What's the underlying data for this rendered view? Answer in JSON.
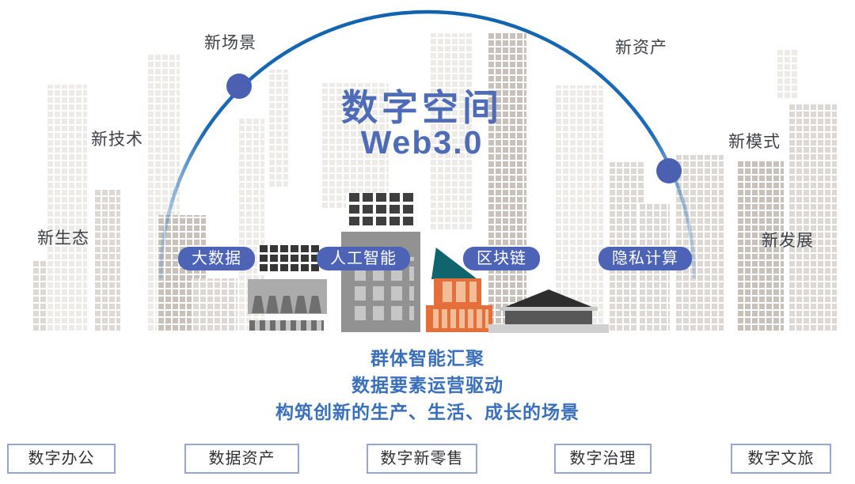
{
  "title": {
    "line1": "数字空间",
    "line2": "Web3.0"
  },
  "perimeter_labels": [
    {
      "id": "new-scene",
      "label": "新场景"
    },
    {
      "id": "new-asset",
      "label": "新资产"
    },
    {
      "id": "new-technology",
      "label": "新技术"
    },
    {
      "id": "new-model",
      "label": "新模式"
    },
    {
      "id": "new-ecology",
      "label": "新生态"
    },
    {
      "id": "new-development",
      "label": "新发展"
    }
  ],
  "tech_pills": [
    {
      "label": "大数据"
    },
    {
      "label": "人工智能"
    },
    {
      "label": "区块链"
    },
    {
      "label": "隐私计算"
    }
  ],
  "tagline": {
    "line1": "群体智能汇聚",
    "line2": "数据要素运营驱动",
    "line3": "构筑创新的生产、生活、成长的场景"
  },
  "scene_boxes": [
    {
      "label": "数字办公"
    },
    {
      "label": "数据资产"
    },
    {
      "label": "数字新零售"
    },
    {
      "label": "数字治理"
    },
    {
      "label": "数字文旅"
    }
  ],
  "colors": {
    "arc_blue": "#1269b7",
    "node_blue": "#4c60b2",
    "pill_blue": "#4d63b5",
    "title_blue": "#4e6cb6",
    "tagline_blue": "#3a70bb",
    "box_border": "#98a6d6",
    "teal_building": "#0f646d",
    "orange_building": "#e56f3a"
  }
}
